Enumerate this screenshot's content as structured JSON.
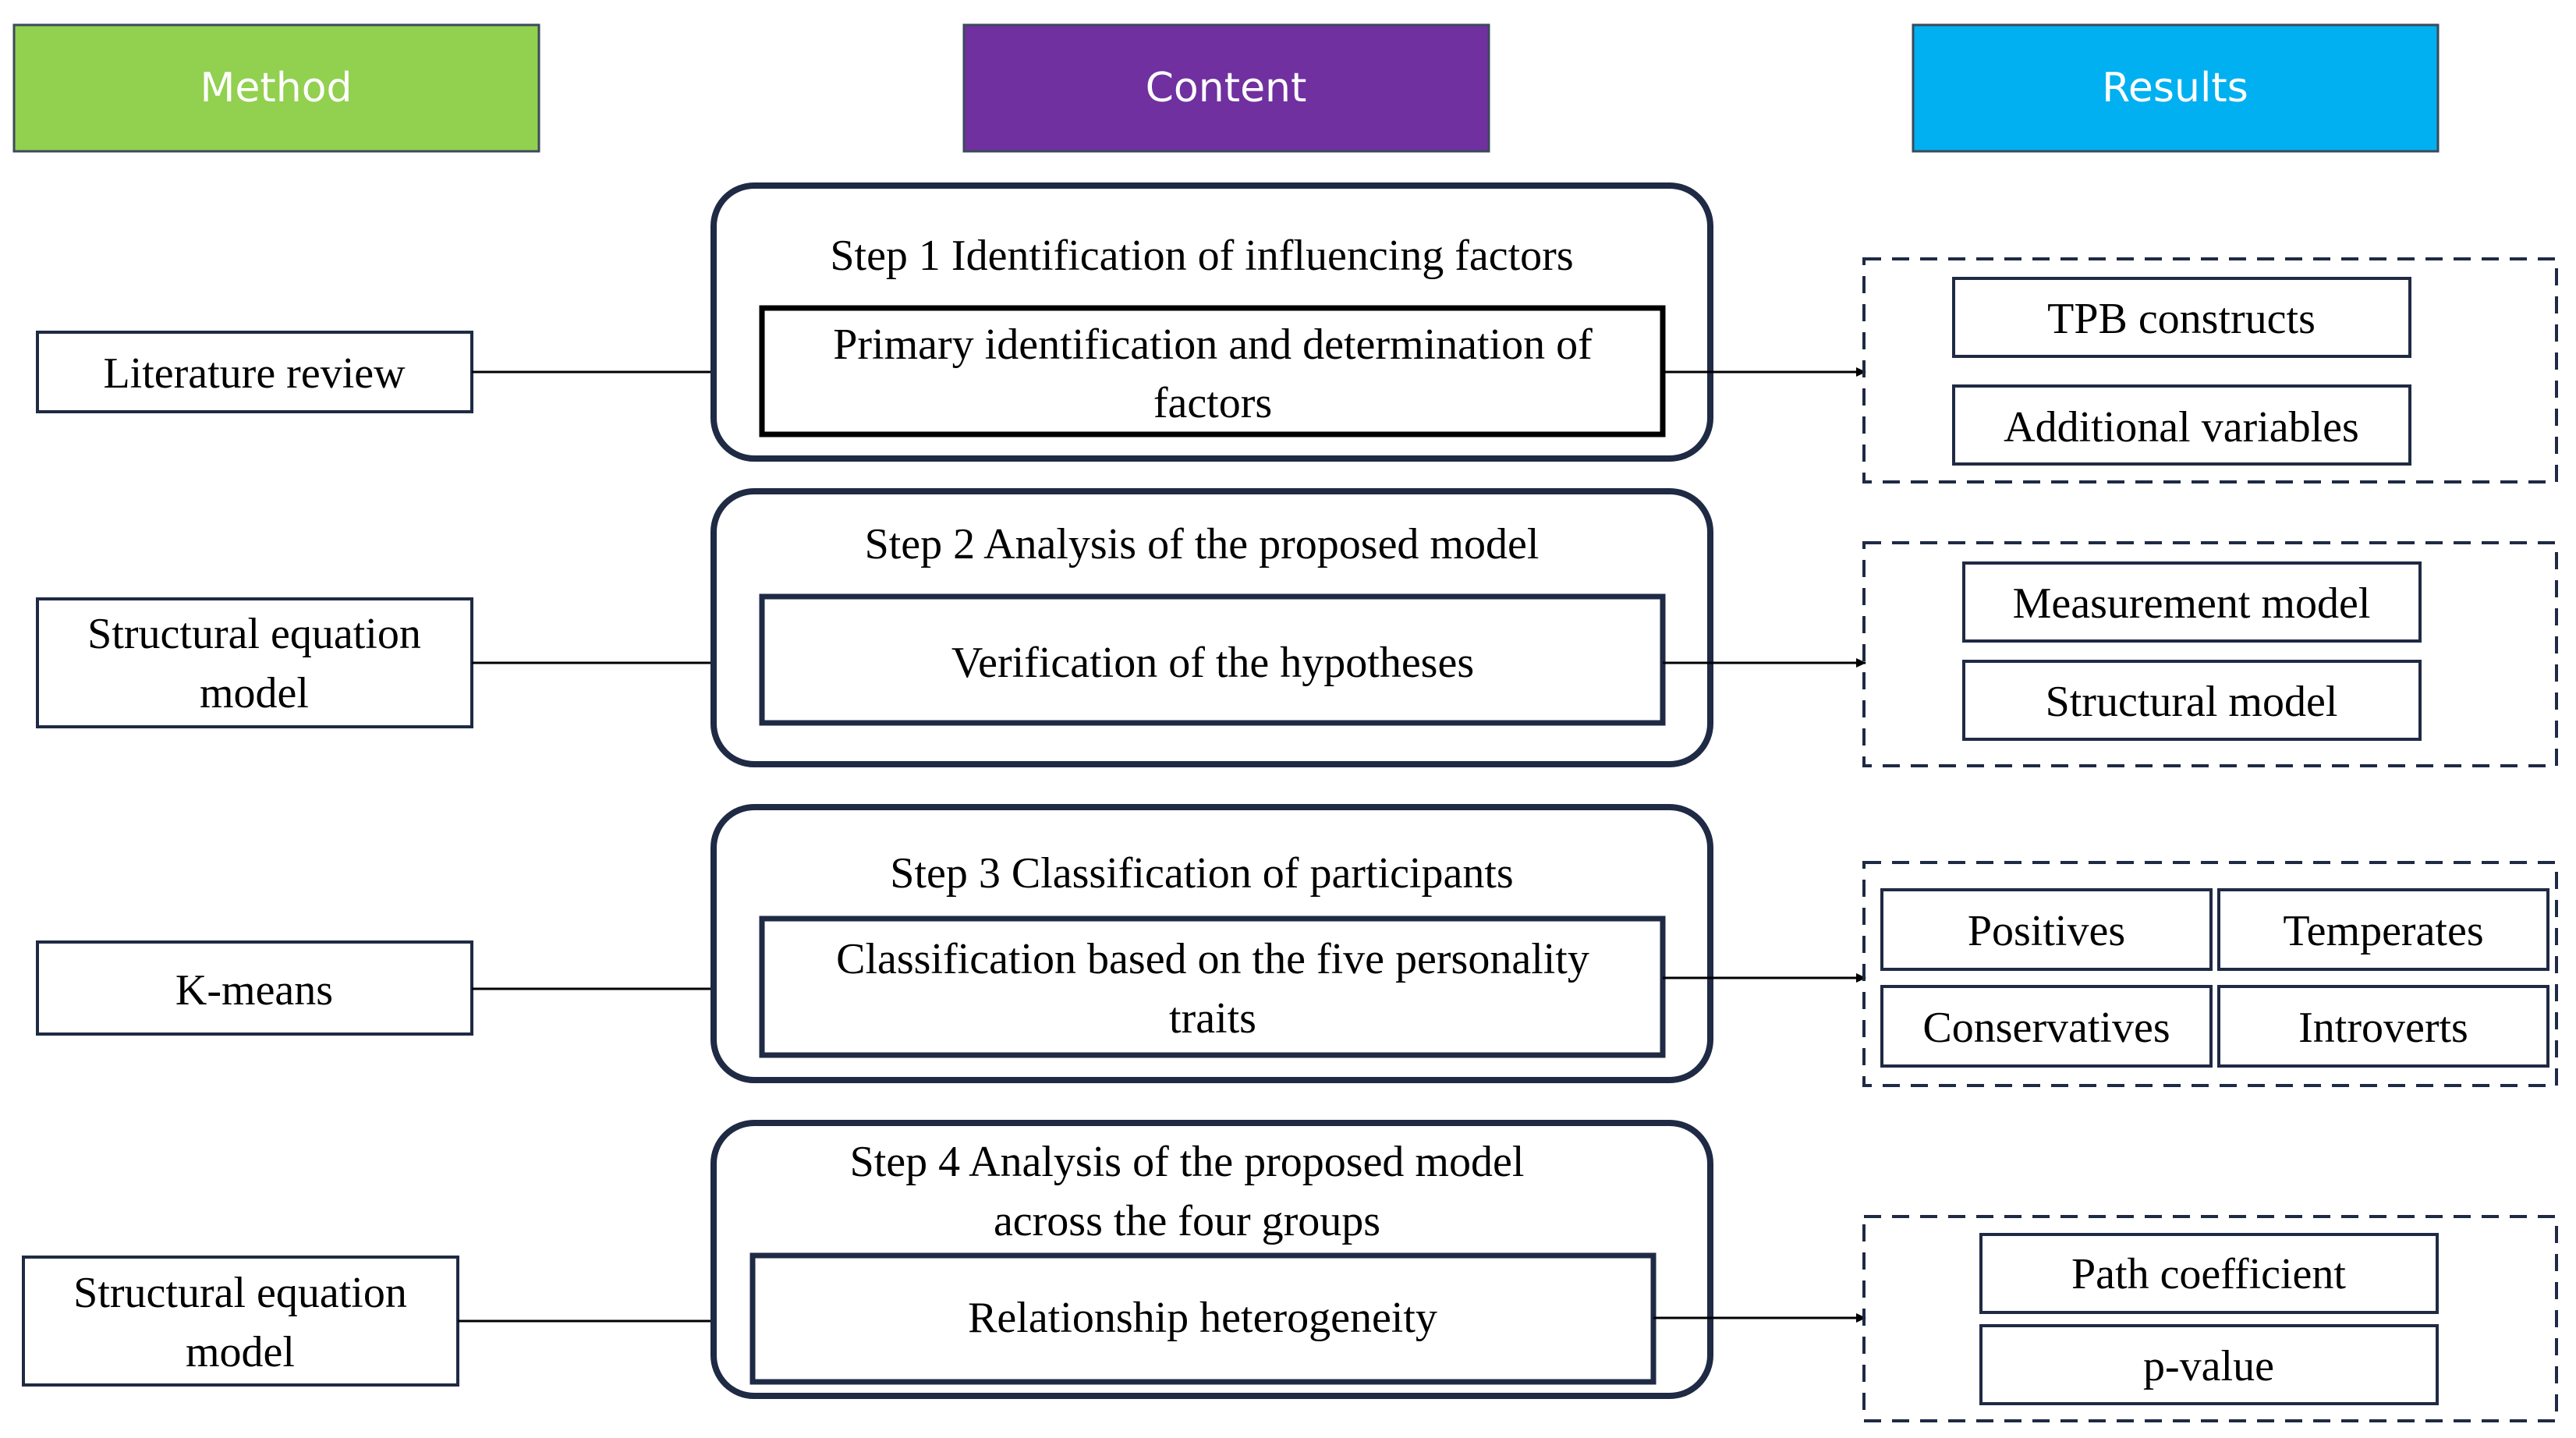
{
  "headers": {
    "method": "Method",
    "content": "Content",
    "results": "Results"
  },
  "colors": {
    "method": "#92d050",
    "content": "#7030a0",
    "results": "#00b0f0",
    "border": "#1f2a44"
  },
  "methods": [
    {
      "lines": [
        "Literature review"
      ]
    },
    {
      "lines": [
        "Structural equation",
        "model"
      ]
    },
    {
      "lines": [
        "K-means"
      ]
    },
    {
      "lines": [
        "Structural equation",
        "model"
      ]
    }
  ],
  "steps": [
    {
      "title": [
        "Step 1 Identification of influencing factors"
      ],
      "inner": [
        "Primary identification and determination of",
        "factors"
      ]
    },
    {
      "title": [
        "Step 2 Analysis of the proposed model"
      ],
      "inner": [
        "Verification of the hypotheses"
      ]
    },
    {
      "title": [
        "Step 3 Classification of participants"
      ],
      "inner": [
        "Classification based on the five personality",
        "traits"
      ]
    },
    {
      "title": [
        "Step 4 Analysis of the proposed model",
        "across the four groups"
      ],
      "inner": [
        "Relationship heterogeneity"
      ]
    }
  ],
  "results": [
    {
      "items": [
        "TPB constructs",
        "Additional variables"
      ]
    },
    {
      "items": [
        "Measurement model",
        "Structural model"
      ]
    },
    {
      "items": [
        "Positives",
        "Temperates",
        "Conservatives",
        "Introverts"
      ]
    },
    {
      "items": [
        "Path coefficient",
        "p-value"
      ]
    }
  ]
}
